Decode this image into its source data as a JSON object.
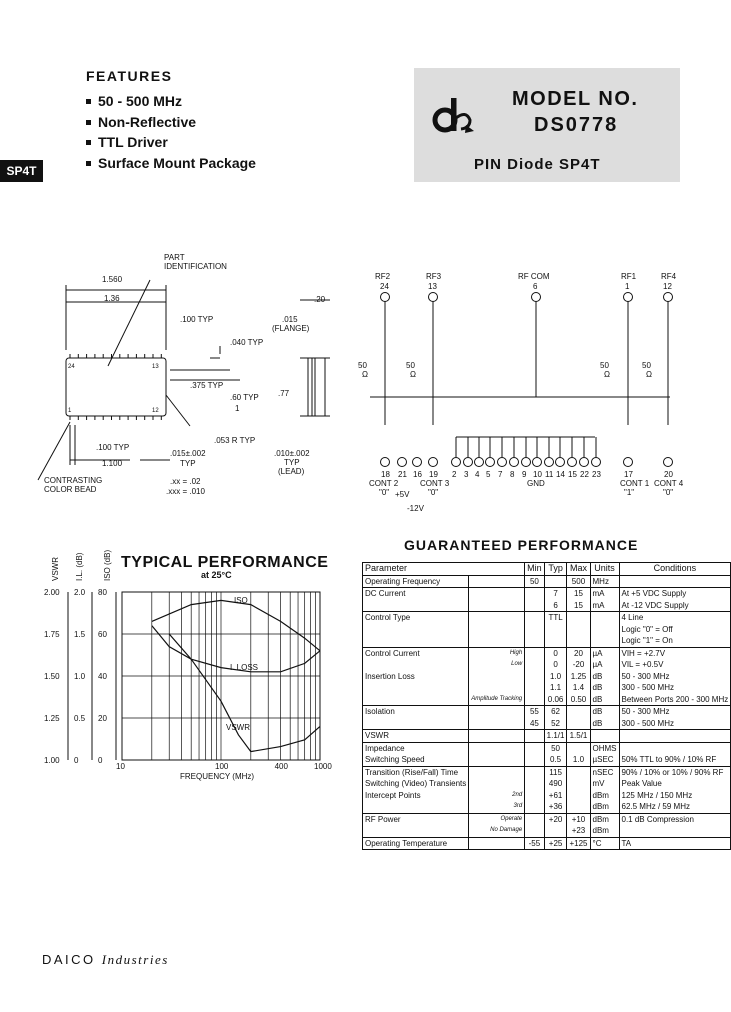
{
  "features": {
    "title": "FEATURES",
    "items": [
      "50 - 500 MHz",
      "Non-Reflective",
      "TTL Driver",
      "Surface Mount Package"
    ]
  },
  "side_tab": "SP4T",
  "model": {
    "line1": "MODEL NO.",
    "line2": "DS0778",
    "description": "PIN Diode SP4T"
  },
  "outline": {
    "dims": [
      "1.560",
      "1.36",
      ".100 TYP",
      ".040 TYP",
      ".375 TYP",
      ".60 TYP",
      "1",
      ".053 R TYP",
      ".100 TYP",
      "1.100",
      ".015±.002",
      "TYP",
      ".xx = .02",
      ".xxx = .010",
      ".20",
      ".015",
      "(FLANGE)",
      ".77",
      ".010±.002",
      "TYP",
      "(LEAD)"
    ],
    "notes": [
      "PART",
      "IDENTIFICATION",
      "CONTRASTING",
      "COLOR BEAD"
    ],
    "pins": [
      "24",
      "13",
      "1",
      "12"
    ]
  },
  "schematic": {
    "ports": [
      {
        "name": "RF2",
        "pin": "24"
      },
      {
        "name": "RF3",
        "pin": "13"
      },
      {
        "name": "RF COM",
        "pin": "6"
      },
      {
        "name": "RF1",
        "pin": "1"
      },
      {
        "name": "RF4",
        "pin": "12"
      }
    ],
    "resistor": "50",
    "resistor_unit": "Ω",
    "bottom_pins": [
      "18",
      "21",
      "16",
      "19",
      "2",
      "3",
      "4",
      "5",
      "7",
      "8",
      "9",
      "10",
      "11",
      "14",
      "15",
      "22",
      "23",
      "17",
      "20"
    ],
    "labels": {
      "cont2": "CONT 2",
      "cont2_val": "\"0\"",
      "plus5": "+5V",
      "cont3": "CONT 3",
      "cont3_val": "\"0\"",
      "minus12": "-12V",
      "gnd": "GND",
      "cont1": "CONT 1",
      "cont1_val": "\"1\"",
      "cont4": "CONT 4",
      "cont4_val": "\"0\""
    }
  },
  "typical": {
    "title": "TYPICAL PERFORMANCE",
    "subtitle": "at 25°C",
    "axis_vswr": "VSWR",
    "axis_il": "I.L. (dB)",
    "axis_iso": "ISO (dB)",
    "xlabel": "FREQUENCY (MHz)",
    "curve_labels": [
      "ISO",
      "I. LOSS",
      "VSWR"
    ]
  },
  "chart_data": {
    "type": "line",
    "title": "TYPICAL PERFORMANCE",
    "subtitle": "at 25°C",
    "xlabel": "FREQUENCY (MHz)",
    "x_scale": "log",
    "xlim": [
      10,
      1000
    ],
    "x_ticks": [
      "10",
      "100",
      "400",
      "1000"
    ],
    "y_axes": [
      {
        "label": "VSWR",
        "ticks": [
          "1.00",
          "1.25",
          "1.50",
          "1.75",
          "2.00"
        ],
        "lim": [
          1.0,
          2.0
        ]
      },
      {
        "label": "I.L. (dB)",
        "ticks": [
          "0",
          "0.5",
          "1.0",
          "1.5",
          "2.0"
        ],
        "lim": [
          0,
          2.0
        ]
      },
      {
        "label": "ISO (dB)",
        "ticks": [
          "0",
          "20",
          "40",
          "60",
          "80"
        ],
        "lim": [
          0,
          80
        ]
      }
    ],
    "grid": true,
    "series": [
      {
        "name": "ISO",
        "axis": "ISO (dB)",
        "x": [
          20,
          50,
          100,
          200,
          400,
          700,
          1000
        ],
        "y": [
          66,
          74,
          76,
          74,
          66,
          58,
          52
        ]
      },
      {
        "name": "I. LOSS",
        "axis": "I.L. (dB)",
        "x": [
          20,
          30,
          50,
          100,
          200,
          400,
          700,
          1000
        ],
        "y": [
          1.6,
          1.35,
          1.2,
          1.1,
          1.05,
          1.05,
          1.15,
          1.3
        ]
      },
      {
        "name": "VSWR",
        "axis": "VSWR",
        "x": [
          30,
          50,
          100,
          150,
          200,
          400,
          700,
          1000
        ],
        "y": [
          1.75,
          1.6,
          1.35,
          1.15,
          1.05,
          1.08,
          1.12,
          1.2
        ]
      }
    ]
  },
  "guaranteed": {
    "title": "GUARANTEED PERFORMANCE",
    "headers": [
      "Parameter",
      "Min",
      "Typ",
      "Max",
      "Units",
      "Conditions"
    ],
    "rows": [
      {
        "g": 1,
        "p": "Operating Frequency",
        "s": "",
        "min": "50",
        "typ": "",
        "max": "500",
        "u": "MHz",
        "c": ""
      },
      {
        "g": 1,
        "p": "DC Current",
        "s": "",
        "min": "",
        "typ": "7",
        "max": "15",
        "u": "mA",
        "c": "At +5 VDC Supply"
      },
      {
        "g": 0,
        "p": "",
        "s": "",
        "min": "",
        "typ": "6",
        "max": "15",
        "u": "mA",
        "c": "At -12 VDC Supply"
      },
      {
        "g": 1,
        "p": "Control Type",
        "s": "",
        "min": "",
        "typ": "TTL",
        "max": "",
        "u": "",
        "c": "4 Line"
      },
      {
        "g": 0,
        "p": "",
        "s": "",
        "min": "",
        "typ": "",
        "max": "",
        "u": "",
        "c": "Logic \"0\" = Off"
      },
      {
        "g": 0,
        "p": "",
        "s": "",
        "min": "",
        "typ": "",
        "max": "",
        "u": "",
        "c": "Logic \"1\" = On"
      },
      {
        "g": 1,
        "p": "Control Current",
        "s": "High",
        "min": "",
        "typ": "0",
        "max": "20",
        "u": "µA",
        "c": "VIH = +2.7V"
      },
      {
        "g": 0,
        "p": "",
        "s": "Low",
        "min": "",
        "typ": "0",
        "max": "-20",
        "u": "µA",
        "c": "VIL = +0.5V"
      },
      {
        "g": 0,
        "p": "Insertion Loss",
        "s": "",
        "min": "",
        "typ": "1.0",
        "max": "1.25",
        "u": "dB",
        "c": "50 - 300 MHz"
      },
      {
        "g": 0,
        "p": "",
        "s": "",
        "min": "",
        "typ": "1.1",
        "max": "1.4",
        "u": "dB",
        "c": "300 - 500 MHz"
      },
      {
        "g": 0,
        "p": "",
        "s": "Amplitude Tracking",
        "min": "",
        "typ": "0.06",
        "max": "0.50",
        "u": "dB",
        "c": "Between Ports 200 - 300 MHz"
      },
      {
        "g": 1,
        "p": "Isolation",
        "s": "",
        "min": "55",
        "typ": "62",
        "max": "",
        "u": "dB",
        "c": "50 - 300 MHz"
      },
      {
        "g": 0,
        "p": "",
        "s": "",
        "min": "45",
        "typ": "52",
        "max": "",
        "u": "dB",
        "c": "300 - 500 MHz"
      },
      {
        "g": 1,
        "p": "VSWR",
        "s": "",
        "min": "",
        "typ": "1.1/1",
        "max": "1.5/1",
        "u": "",
        "c": ""
      },
      {
        "g": 1,
        "p": "Impedance",
        "s": "",
        "min": "",
        "typ": "50",
        "max": "",
        "u": "OHMS",
        "c": ""
      },
      {
        "g": 0,
        "p": "Switching Speed",
        "s": "",
        "min": "",
        "typ": "0.5",
        "max": "1.0",
        "u": "µSEC",
        "c": "50% TTL to 90% / 10% RF"
      },
      {
        "g": 1,
        "p": "Transition (Rise/Fall) Time",
        "s": "",
        "min": "",
        "typ": "115",
        "max": "",
        "u": "nSEC",
        "c": "90% / 10% or 10% / 90% RF"
      },
      {
        "g": 0,
        "p": "Switching (Video) Transients",
        "s": "",
        "min": "",
        "typ": "490",
        "max": "",
        "u": "mV",
        "c": "Peak Value"
      },
      {
        "g": 0,
        "p": "Intercept Points",
        "s": "2nd",
        "min": "",
        "typ": "+61",
        "max": "",
        "u": "dBm",
        "c": "125 MHz / 150 MHz"
      },
      {
        "g": 0,
        "p": "",
        "s": "3rd",
        "min": "",
        "typ": "+36",
        "max": "",
        "u": "dBm",
        "c": "62.5 MHz / 59 MHz"
      },
      {
        "g": 1,
        "p": "RF Power",
        "s": "Operate",
        "min": "",
        "typ": "+20",
        "max": "+10",
        "u": "dBm",
        "c": "0.1 dB Compression"
      },
      {
        "g": 0,
        "p": "",
        "s": "No Damage",
        "min": "",
        "typ": "",
        "max": "+23",
        "u": "dBm",
        "c": ""
      },
      {
        "g": 1,
        "p": "Operating Temperature",
        "s": "",
        "min": "-55",
        "typ": "+25",
        "max": "+125",
        "u": "°C",
        "c": "TA"
      }
    ]
  },
  "footer": {
    "brand": "DAICO",
    "industries": "Industries"
  }
}
